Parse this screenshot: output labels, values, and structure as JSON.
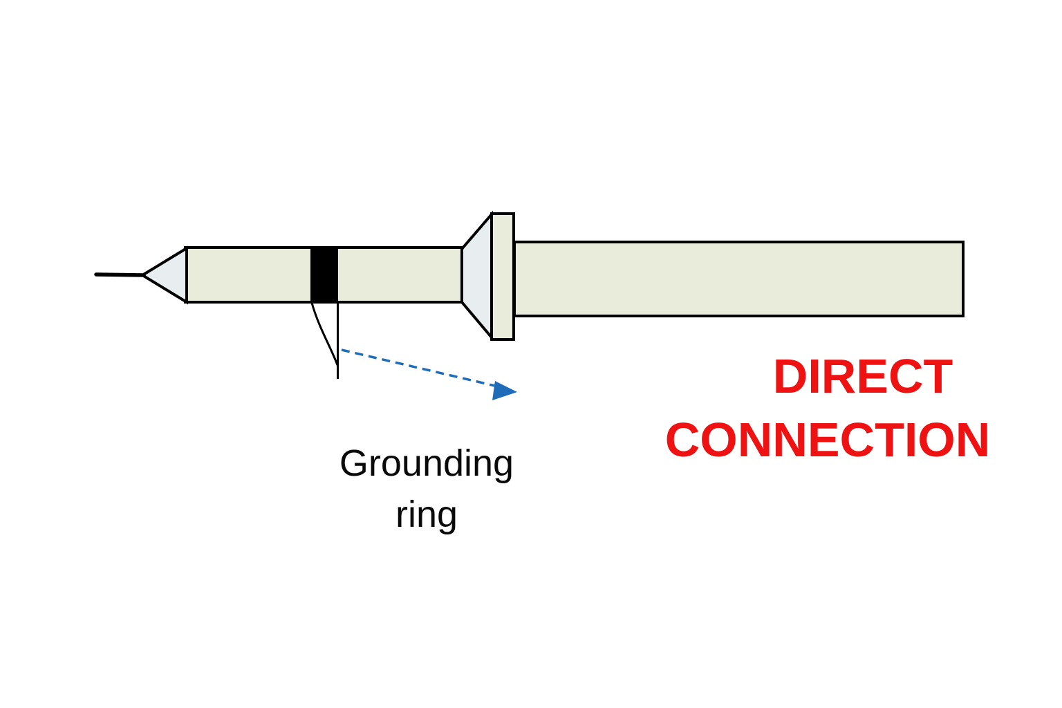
{
  "colors": {
    "background": "#ffffff",
    "probe_body": "#E9ECDA",
    "probe_cone": "#E8EEF0",
    "outline": "#000000",
    "grounding_ring": "#000000",
    "arrow_blue": "#1F6CB8",
    "direct_red": "#EF1212",
    "label_black": "#0a0a0a"
  },
  "labels": {
    "grounding_ring": {
      "line1": "Grounding",
      "line2": "ring"
    },
    "direct_connection": {
      "line1": "DIRECT",
      "line2": "CONNECTION"
    }
  }
}
